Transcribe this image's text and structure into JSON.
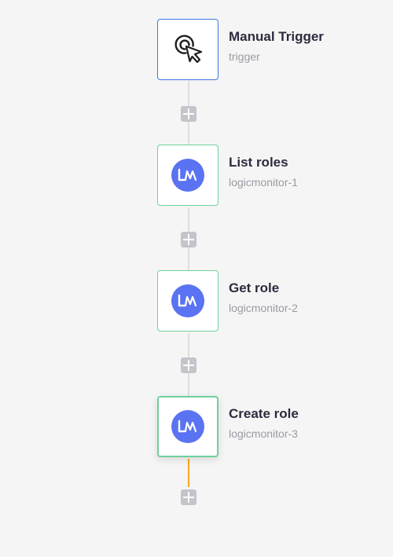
{
  "workflow": {
    "steps": [
      {
        "title": "Manual Trigger",
        "subtitle": "trigger",
        "icon": "cursor-click-icon",
        "kind": "trigger"
      },
      {
        "title": "List roles",
        "subtitle": "logicmonitor-1",
        "icon": "logicmonitor-icon",
        "kind": "action"
      },
      {
        "title": "Get role",
        "subtitle": "logicmonitor-2",
        "icon": "logicmonitor-icon",
        "kind": "action"
      },
      {
        "title": "Create role",
        "subtitle": "logicmonitor-3",
        "icon": "logicmonitor-icon",
        "kind": "action",
        "selected": true
      }
    ],
    "add_step_icon": "plus-icon"
  },
  "colors": {
    "background": "#f5f5f5",
    "trigger_border": "#3f78e0",
    "action_border": "#6fd09b",
    "logicmonitor_brand": "#5a73f2",
    "active_connector": "#f5a623",
    "add_button": "#c4c4cb"
  }
}
